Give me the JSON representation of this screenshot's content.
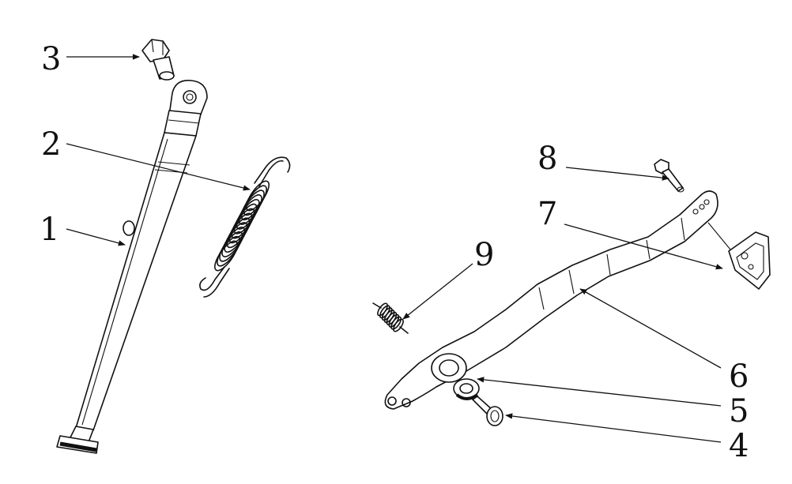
{
  "diagram": {
    "labels": [
      {
        "id": "p1",
        "text": "1"
      },
      {
        "id": "p2",
        "text": "2"
      },
      {
        "id": "p3",
        "text": "3"
      },
      {
        "id": "p4",
        "text": "4"
      },
      {
        "id": "p5",
        "text": "5"
      },
      {
        "id": "p6",
        "text": "6"
      },
      {
        "id": "p7",
        "text": "7"
      },
      {
        "id": "p8",
        "text": "8"
      },
      {
        "id": "p9",
        "text": "9"
      }
    ]
  },
  "colors": {
    "line": "#111111",
    "background": "#ffffff"
  }
}
